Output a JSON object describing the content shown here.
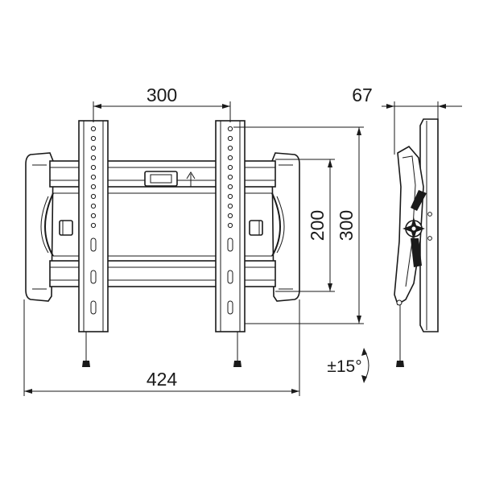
{
  "dimensions": {
    "vesa_horizontal": "300",
    "depth": "67",
    "vesa_vertical_inner": "200",
    "vesa_vertical_outer": "300",
    "overall_width": "424",
    "tilt": "±15°"
  }
}
